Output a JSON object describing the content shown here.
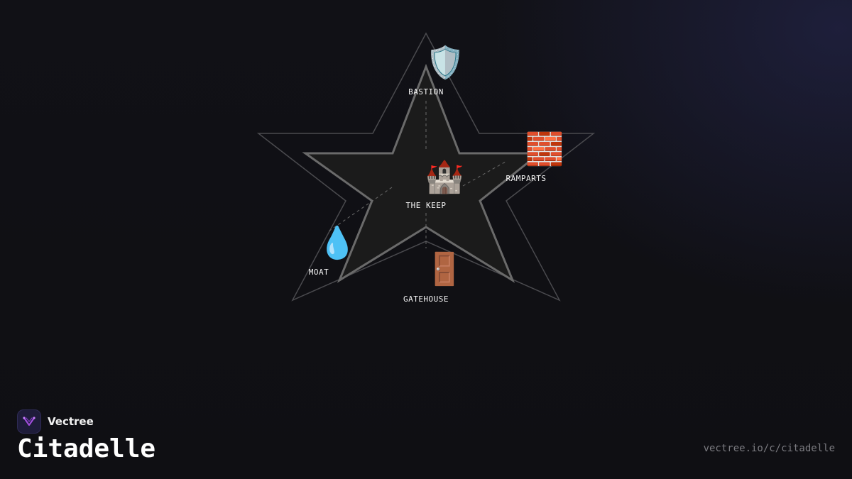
{
  "diagram": {
    "center": {
      "label": "THE KEEP",
      "icon": "🏰",
      "icon_name": "castle-icon"
    },
    "nodes": [
      {
        "id": "bastion",
        "label": "BASTION",
        "icon": "🛡️",
        "icon_name": "shield-icon"
      },
      {
        "id": "ramparts",
        "label": "RAMPARTS",
        "icon": "🧱",
        "icon_name": "brick-wall-icon"
      },
      {
        "id": "gatehouse",
        "label": "GATEHOUSE",
        "icon": "🚪",
        "icon_name": "door-icon"
      },
      {
        "id": "moat",
        "label": "MOAT",
        "icon": "💧",
        "icon_name": "water-drop-icon"
      }
    ]
  },
  "brand": {
    "name": "Vectree",
    "logo_icon": "vectree-logo-icon",
    "accent": "#a44ee0"
  },
  "title": "Citadelle",
  "url": "vectree.io/c/citadelle",
  "colors": {
    "background": "#111115",
    "star_fill": "#1b1b1b",
    "star_stroke": "#6a6a6a",
    "outer_star_stroke": "#4a4a4e"
  }
}
